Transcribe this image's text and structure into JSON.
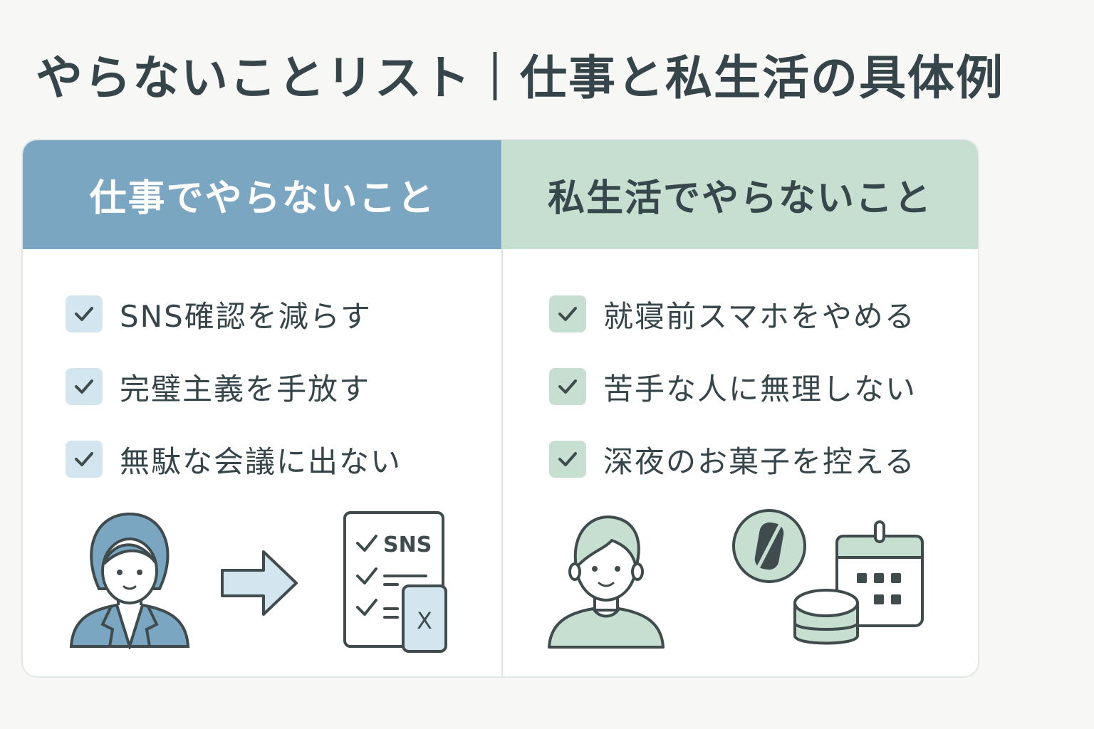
{
  "title": "やらないことリスト｜仕事と私生活の具体例",
  "columns": {
    "work": {
      "heading": "仕事でやらないこと",
      "items": [
        "SNS確認を減らす",
        "完璧主義を手放す",
        "無駄な会議に出ない"
      ],
      "color": "#7aa6c2",
      "check_bg": "#d3e6ef"
    },
    "private": {
      "heading": "私生活でやらないこと",
      "items": [
        "就寝前スマホをやめる",
        "苦手な人に無理しない",
        "深夜のお菓子を控える"
      ],
      "color": "#c6dfd0",
      "check_bg": "#c6dfd0"
    }
  },
  "illustrations": {
    "work": {
      "icons": [
        "woman-icon",
        "arrow-right-icon",
        "checklist-icon",
        "phone-x-icon"
      ],
      "checklist_text": "SNS",
      "phone_mark": "X"
    },
    "private": {
      "icons": [
        "man-icon",
        "no-phone-icon",
        "snack-tin-icon",
        "calendar-icon"
      ]
    }
  },
  "colors": {
    "text": "#36454a",
    "blue_accent": "#7aa6c2",
    "green_accent": "#c6dfd0",
    "stroke": "#3f4b4d"
  }
}
